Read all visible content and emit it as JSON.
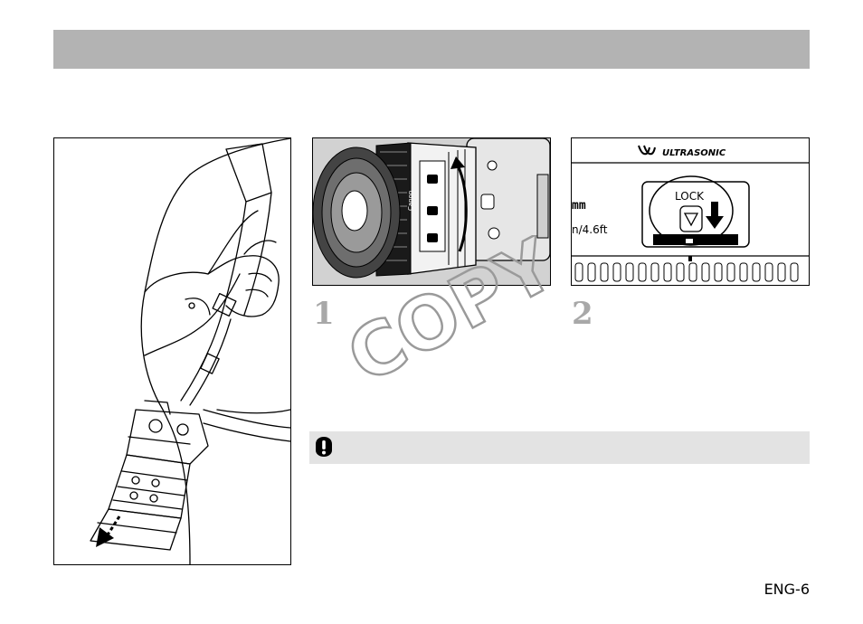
{
  "figure_lens": {
    "brand_text": "Canon"
  },
  "figure_lock": {
    "logo_text": "ULTRASONIC",
    "lock_label": "LOCK",
    "focal_fragment": "mm",
    "distance_fragment": "n/4.6ft"
  },
  "steps": [
    {
      "number": "1"
    },
    {
      "number": "2"
    }
  ],
  "watermark": {
    "text": "COPY"
  },
  "footer": {
    "page_number": "ENG-6"
  },
  "colors": {
    "header_bar": "#b3b3b3",
    "caution_bar": "#e3e3e3",
    "step_number": "#a8a8a8"
  }
}
